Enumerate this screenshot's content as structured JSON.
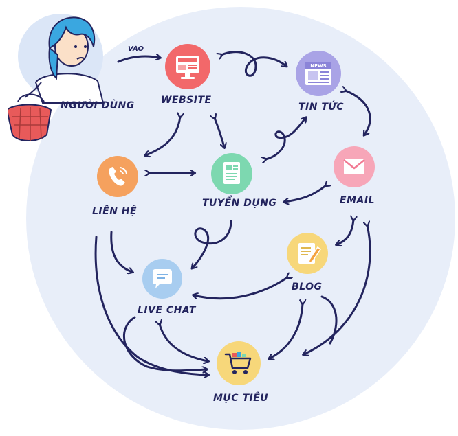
{
  "diagram": {
    "nodes": {
      "user": "NGƯỜI DÙNG",
      "website": "WEBSITE",
      "news": "TIN TỨC",
      "contact": "LIÊN HỆ",
      "recruit": "TUYỂN DỤNG",
      "email": "EMAIL",
      "blog": "BLOG",
      "livechat": "LIVE CHAT",
      "goal": "MỤC TIÊU"
    },
    "edge_label_visit": "VÀO",
    "news_icon_text": "NEWS",
    "colors": {
      "background_circle": "#e8eef9",
      "arrow": "#23245e",
      "label_highlight": "#f5c96a",
      "website": "#f2686a",
      "news": "#a9a3e6",
      "contact": "#f5a15e",
      "recruit": "#7dd8b0",
      "email": "#f7a6b8",
      "blog": "#f7d77a",
      "livechat": "#a8cdf0",
      "goal": "#f7d77a"
    }
  }
}
